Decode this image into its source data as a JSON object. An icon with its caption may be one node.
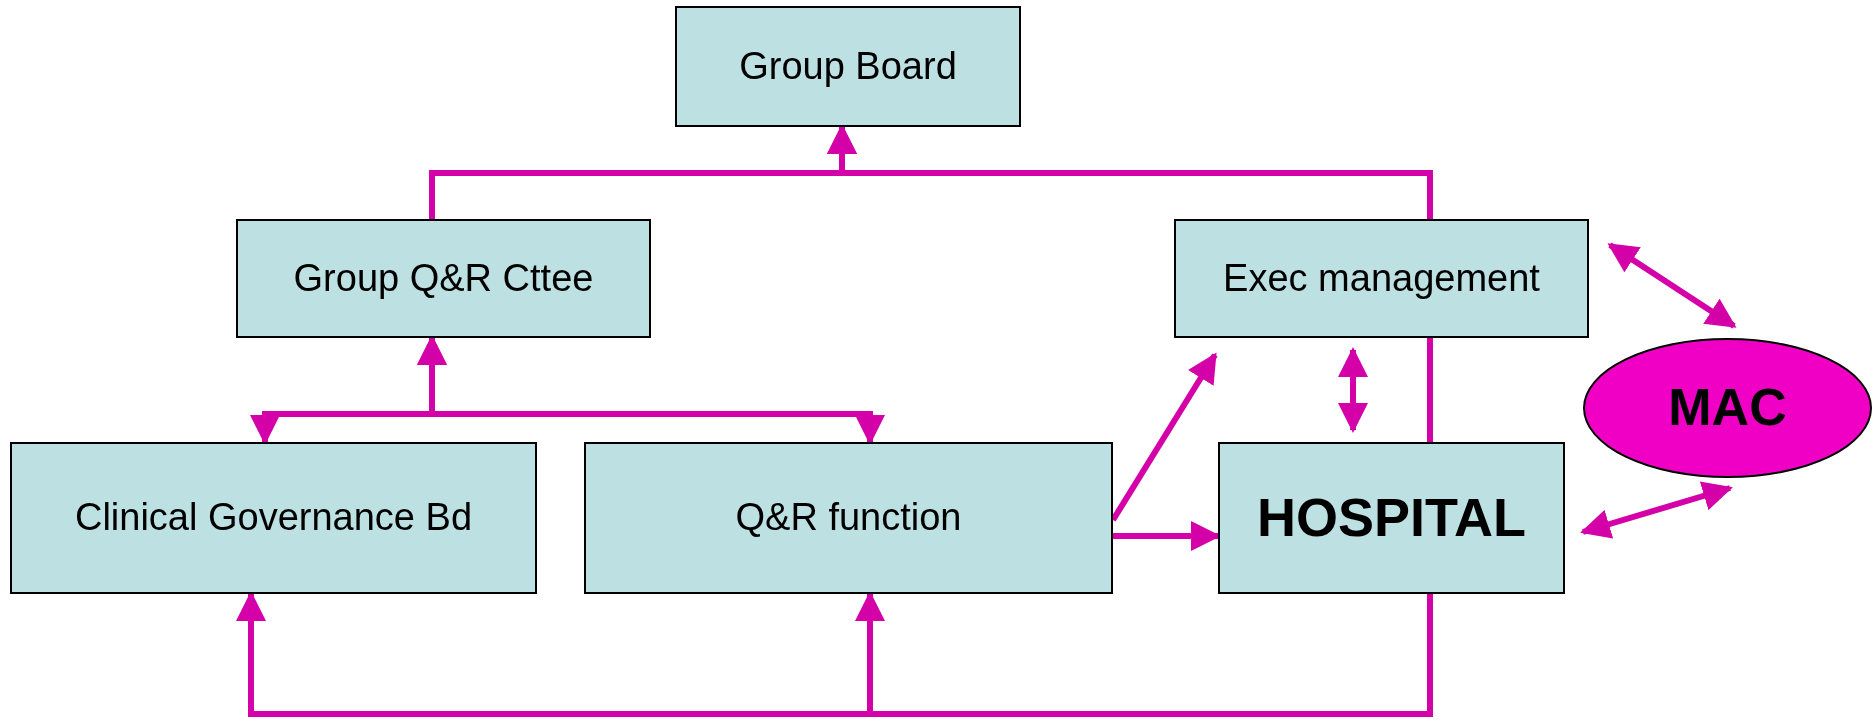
{
  "diagram": {
    "nodes": [
      {
        "text": [
          "Group Board"
        ]
      },
      {
        "text": [
          "Group Q&R Cttee"
        ]
      },
      {
        "text": [
          "Exec management"
        ]
      },
      {
        "text": [
          "MAC"
        ]
      },
      {
        "text": [
          "Clinical Governance Bd"
        ]
      },
      {
        "text": [
          "Q&R function"
        ]
      },
      {
        "text": [
          "HOSPITAL"
        ]
      }
    ],
    "edges": [
      {
        "from": 1,
        "to": 0,
        "arrow": "to"
      },
      {
        "from": 2,
        "to": 0,
        "arrow": "to"
      },
      {
        "from": 1,
        "to": 4,
        "arrow": "both"
      },
      {
        "from": 1,
        "to": 5,
        "arrow": "both"
      },
      {
        "from": 5,
        "to": 2,
        "arrow": "to"
      },
      {
        "from": 5,
        "to": 6,
        "arrow": "to"
      },
      {
        "from": 2,
        "to": 6,
        "arrow": "both"
      },
      {
        "from": 2,
        "to": 6,
        "arrow": "none"
      },
      {
        "from": 2,
        "to": 3,
        "arrow": "both"
      },
      {
        "from": 6,
        "to": 3,
        "arrow": "both"
      },
      {
        "from": 6,
        "to": 4,
        "arrow": "to"
      },
      {
        "from": 6,
        "to": 5,
        "arrow": "to"
      }
    ]
  }
}
